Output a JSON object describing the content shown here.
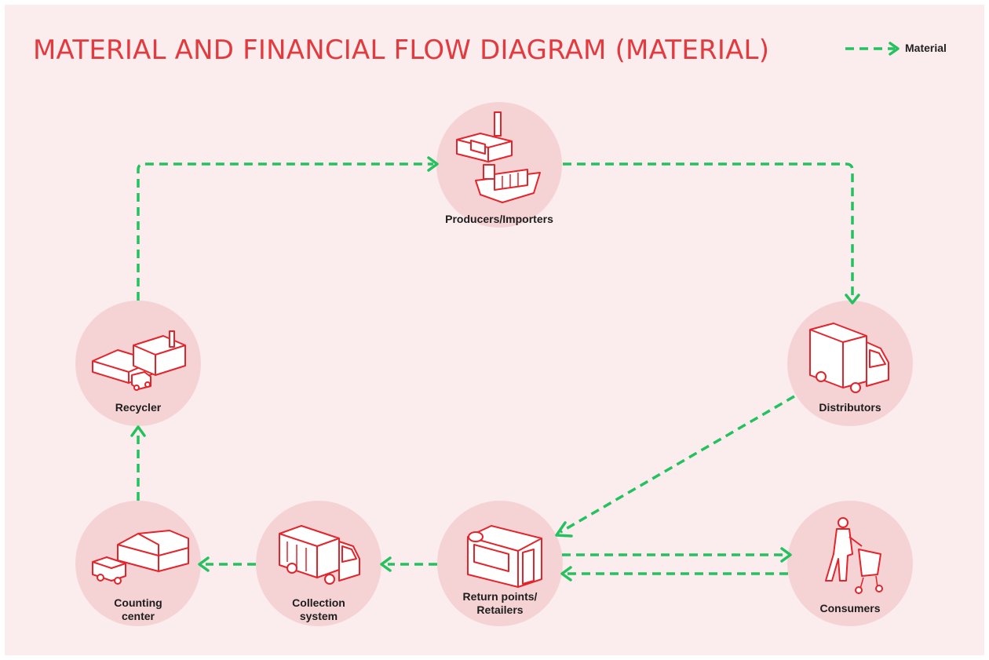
{
  "title": "MATERIAL AND FINANCIAL FLOW DIAGRAM (MATERIAL)",
  "legend": {
    "label": "Material",
    "color": "#24c25e"
  },
  "nodes": {
    "producers": {
      "label": "Producers/Importers",
      "icon": "factory-and-ship-icon"
    },
    "distributors": {
      "label": "Distributors",
      "icon": "delivery-truck-icon"
    },
    "consumers": {
      "label": "Consumers",
      "icon": "shopping-cart-person-icon"
    },
    "retailers": {
      "label": "Return points/\nRetailers",
      "icon": "shop-icon"
    },
    "collection": {
      "label": "Collection\nsystem",
      "icon": "garbage-truck-icon"
    },
    "counting": {
      "label": "Counting\ncenter",
      "icon": "warehouse-truck-icon"
    },
    "recycler": {
      "label": "Recycler",
      "icon": "recycling-plant-icon"
    }
  },
  "colors": {
    "accent": "#e23b3f",
    "node_fill": "#f5d3d5",
    "background": "#fbeced"
  }
}
